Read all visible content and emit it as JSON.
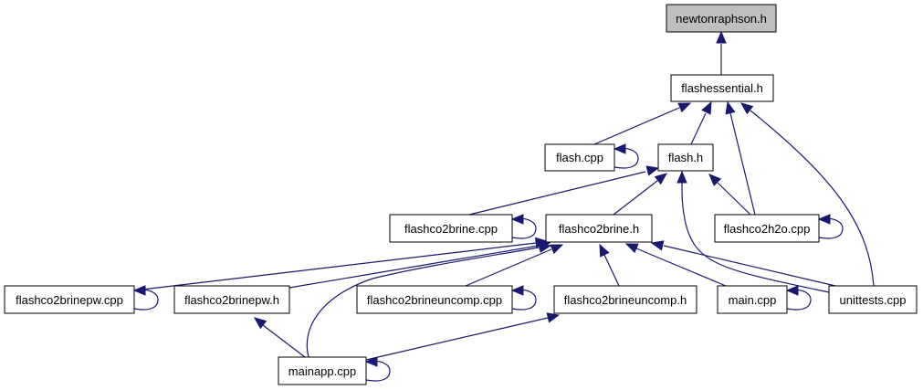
{
  "colors": {
    "edge": "#191970",
    "root_fill": "#bfbfbf",
    "node_fill": "#ffffff",
    "node_stroke": "#000000"
  },
  "nodes": {
    "newtonraphson": {
      "label": "newtonraphson.h",
      "root": true
    },
    "flashessential": {
      "label": "flashessential.h"
    },
    "flashcpp": {
      "label": "flash.cpp"
    },
    "flashh": {
      "label": "flash.h"
    },
    "fco2brinecpp": {
      "label": "flashco2brine.cpp"
    },
    "fco2brineh": {
      "label": "flashco2brine.h"
    },
    "fco2h2o": {
      "label": "flashco2h2o.cpp"
    },
    "fco2brinepwcpp": {
      "label": "flashco2brinepw.cpp"
    },
    "fco2brinepwh": {
      "label": "flashco2brinepw.h"
    },
    "fco2brineuncompcpp": {
      "label": "flashco2brineuncomp.cpp"
    },
    "fco2brineuncomph": {
      "label": "flashco2brineuncomp.h"
    },
    "maincpp": {
      "label": "main.cpp"
    },
    "unittests": {
      "label": "unittests.cpp"
    },
    "mainapp": {
      "label": "mainapp.cpp"
    }
  },
  "edges": [
    {
      "from": "flashessential",
      "to": "newtonraphson"
    },
    {
      "from": "flashcpp",
      "to": "flashessential"
    },
    {
      "from": "flashh",
      "to": "flashessential"
    },
    {
      "from": "fco2h2o",
      "to": "flashessential"
    },
    {
      "from": "unittests",
      "to": "flashessential"
    },
    {
      "from": "flashcpp",
      "to": "flashcpp",
      "self": true
    },
    {
      "from": "fco2brinecpp",
      "to": "flashh"
    },
    {
      "from": "fco2brineh",
      "to": "flashh"
    },
    {
      "from": "fco2h2o",
      "to": "flashh"
    },
    {
      "from": "unittests",
      "to": "flashh"
    },
    {
      "from": "fco2brinecpp",
      "to": "fco2brinecpp",
      "self": true
    },
    {
      "from": "fco2h2o",
      "to": "fco2h2o",
      "self": true
    },
    {
      "from": "fco2brinepwcpp",
      "to": "fco2brineh"
    },
    {
      "from": "fco2brinepwh",
      "to": "fco2brineh"
    },
    {
      "from": "fco2brineuncompcpp",
      "to": "fco2brineh"
    },
    {
      "from": "fco2brineuncomph",
      "to": "fco2brineh"
    },
    {
      "from": "maincpp",
      "to": "fco2brineh"
    },
    {
      "from": "unittests",
      "to": "fco2brineh"
    },
    {
      "from": "mainapp",
      "to": "fco2brineh"
    },
    {
      "from": "fco2brinepwcpp",
      "to": "fco2brinepwcpp",
      "self": true
    },
    {
      "from": "fco2brineuncompcpp",
      "to": "fco2brineuncompcpp",
      "self": true
    },
    {
      "from": "maincpp",
      "to": "maincpp",
      "self": true
    },
    {
      "from": "mainapp",
      "to": "fco2brinepwh"
    },
    {
      "from": "mainapp",
      "to": "fco2brineuncomph"
    },
    {
      "from": "mainapp",
      "to": "mainapp",
      "self": true
    }
  ]
}
